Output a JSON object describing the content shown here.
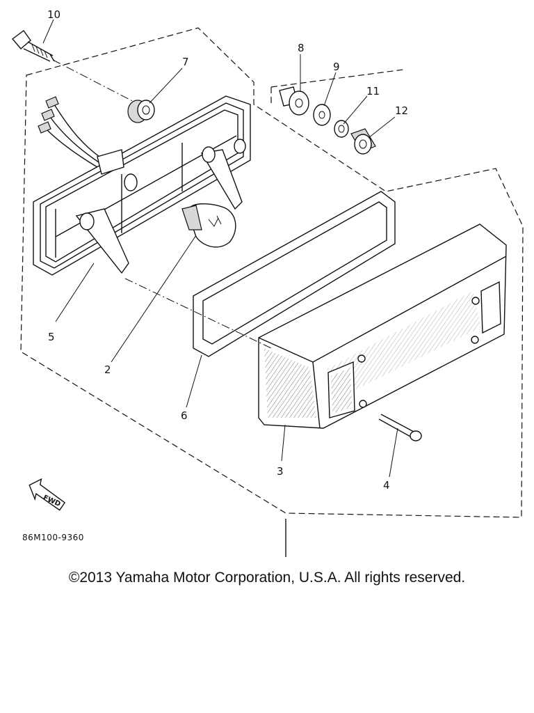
{
  "diagram": {
    "part_labels": [
      "10",
      "7",
      "8",
      "9",
      "11",
      "12",
      "5",
      "2",
      "6",
      "3",
      "4"
    ],
    "fwd_label": "FWD",
    "drawing_code": "86M100-9360"
  },
  "footer": {
    "copyright": "©2013 Yamaha Motor Corporation, U.S.A. All rights reserved."
  }
}
